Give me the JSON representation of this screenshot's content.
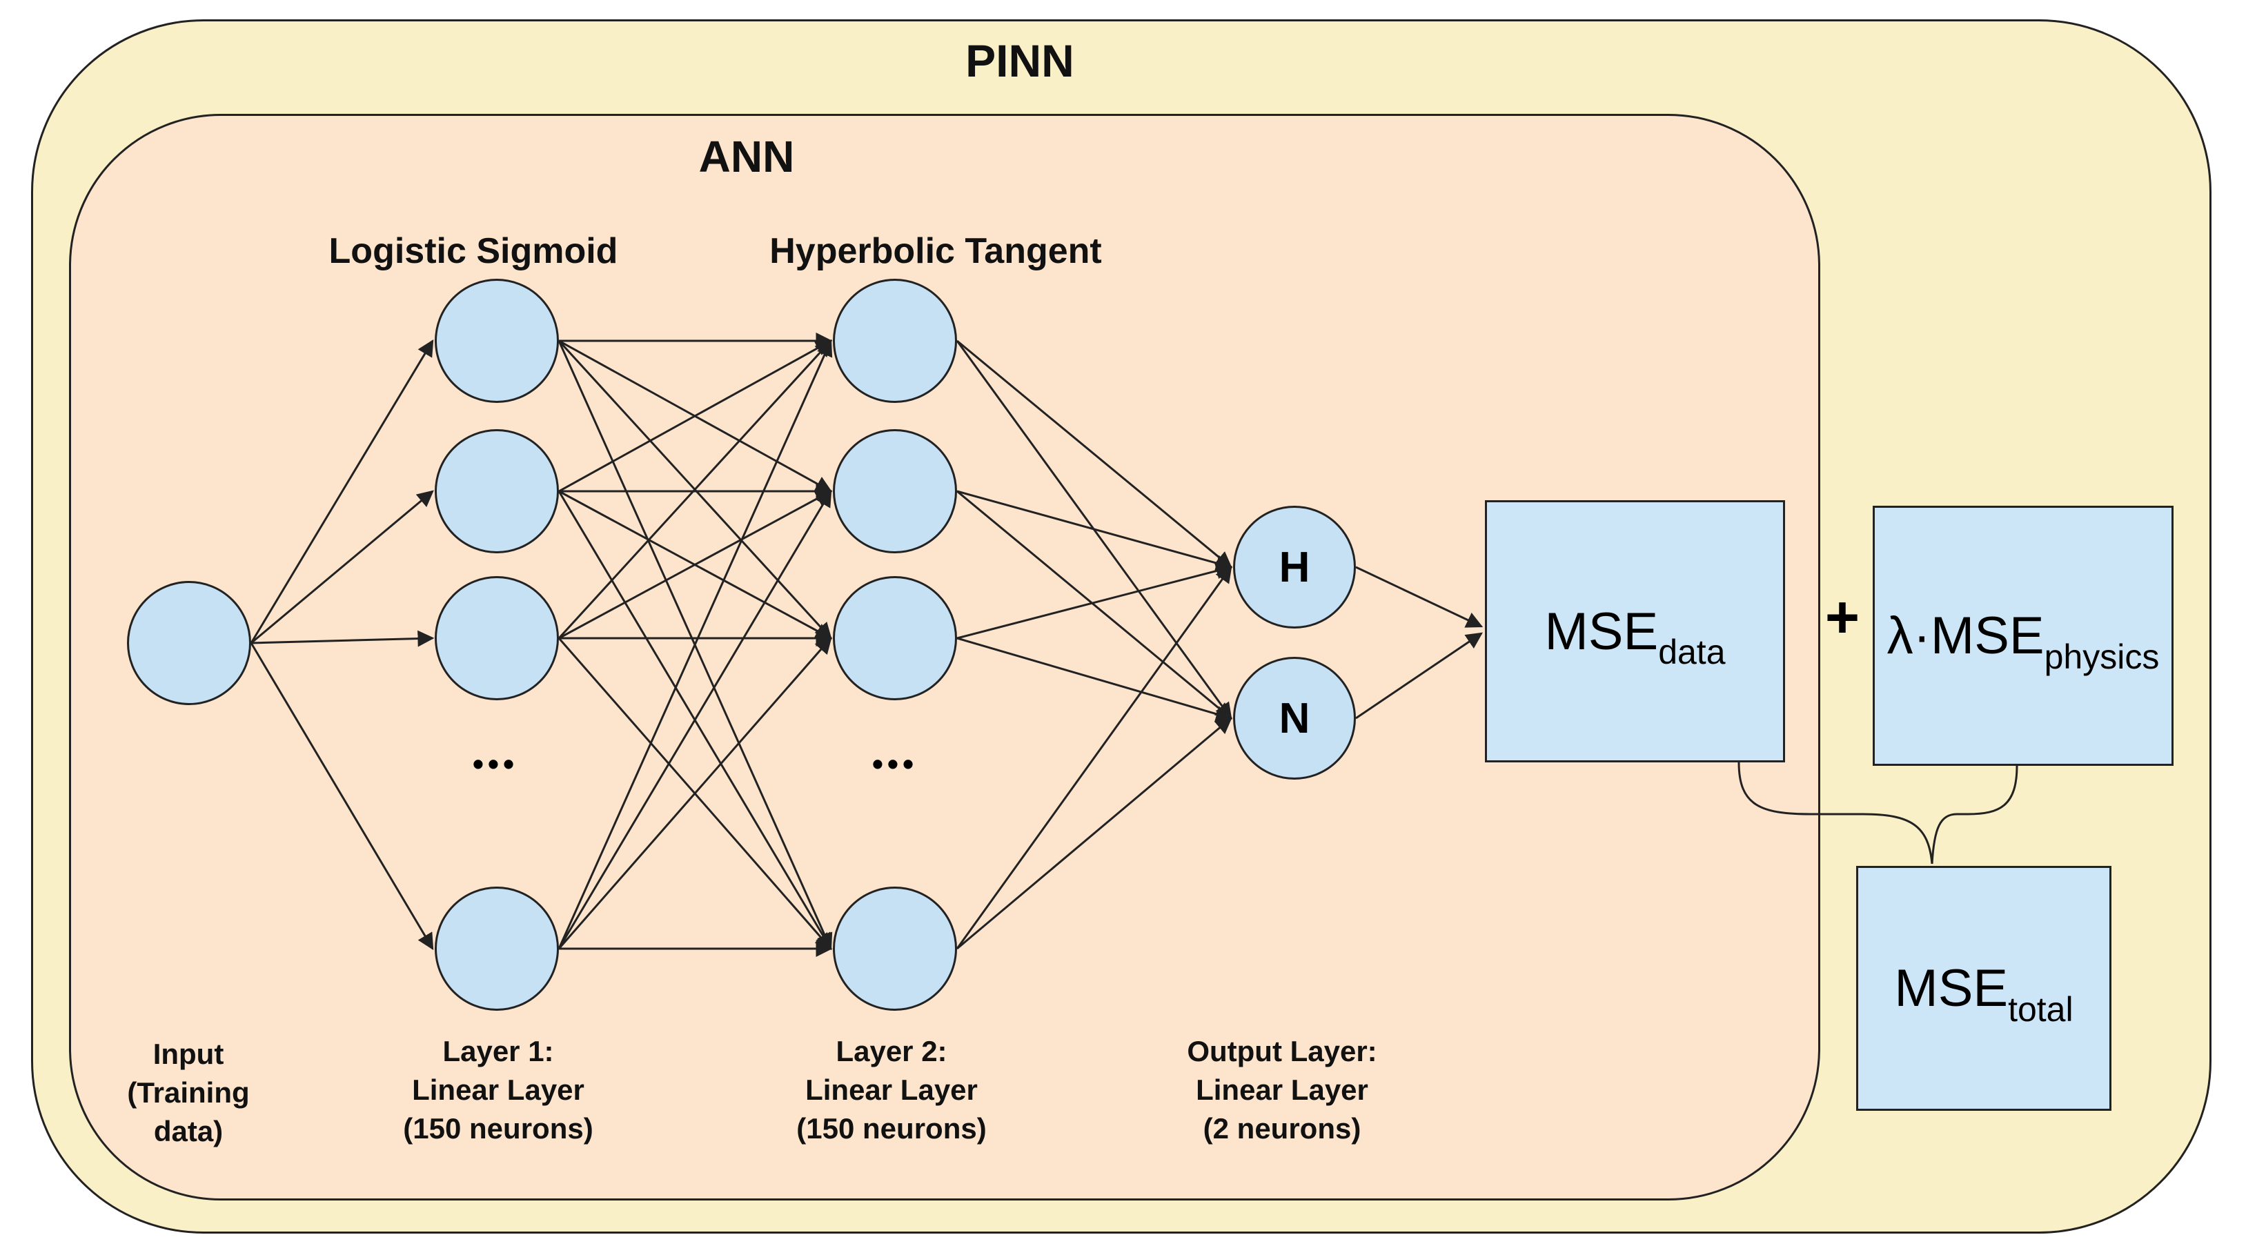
{
  "diagram": {
    "outer_label": "PINN",
    "inner_label": "ANN",
    "activation_layer1": "Logistic Sigmoid",
    "activation_layer2": "Hyperbolic Tangent",
    "ellipsis": "•••",
    "output_nodes": {
      "h": "H",
      "n": "N"
    },
    "captions": {
      "input": "Input\n(Training\ndata)",
      "layer1": "Layer 1:\nLinear Layer\n(150 neurons)",
      "layer2": "Layer 2:\nLinear Layer\n(150 neurons)",
      "output": "Output Layer:\nLinear Layer\n(2 neurons)"
    },
    "loss": {
      "data": {
        "main": "MSE",
        "sub": "data"
      },
      "physics": {
        "main": "λ·MSE",
        "sub": "physics"
      },
      "total": {
        "main": "MSE",
        "sub": "total"
      },
      "plus": "+"
    },
    "colors": {
      "pinn_background": "#FAF0C7",
      "ann_background": "#FCE4CD",
      "node_fill": "#C6E1F4",
      "loss_box_fill": "#CDE6F7",
      "line": "#222222"
    }
  }
}
